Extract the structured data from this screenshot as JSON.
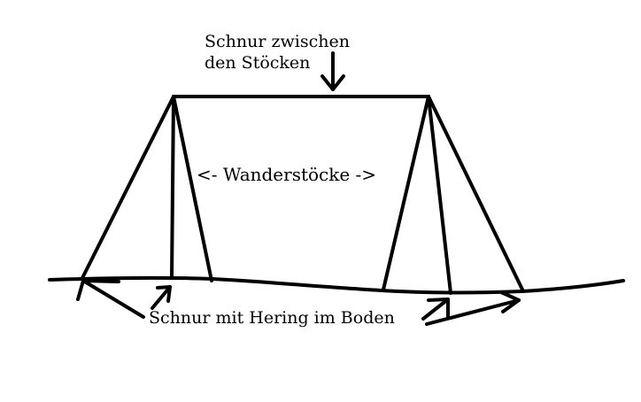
{
  "labels": {
    "string_between_line1": "Schnur zwischen",
    "string_between_line2": "den Stöcken",
    "poles": "<- Wanderstöcke ->",
    "guyline_peg": "Schnur mit Hering im Boden"
  },
  "colors": {
    "ink": "#000000",
    "background": "#ffffff"
  }
}
